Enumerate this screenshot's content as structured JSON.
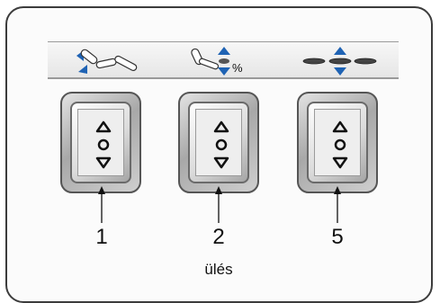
{
  "icons": {
    "strip_icons": [
      "backrest-tilt-icon",
      "seat-tilt-percent-icon",
      "seat-height-icon"
    ],
    "percent_symbol": "%"
  },
  "buttons": [
    {
      "label": "1",
      "up_icon": "up-triangle-icon",
      "center_icon": "circle-icon",
      "down_icon": "down-triangle-icon"
    },
    {
      "label": "2",
      "up_icon": "up-triangle-icon",
      "center_icon": "circle-icon",
      "down_icon": "down-triangle-icon"
    },
    {
      "label": "5",
      "up_icon": "up-triangle-icon",
      "center_icon": "circle-icon",
      "down_icon": "down-triangle-icon"
    }
  ],
  "caption": "ülés",
  "colors": {
    "accent_blue": "#1f63b4",
    "outline": "#3c3c3c"
  }
}
